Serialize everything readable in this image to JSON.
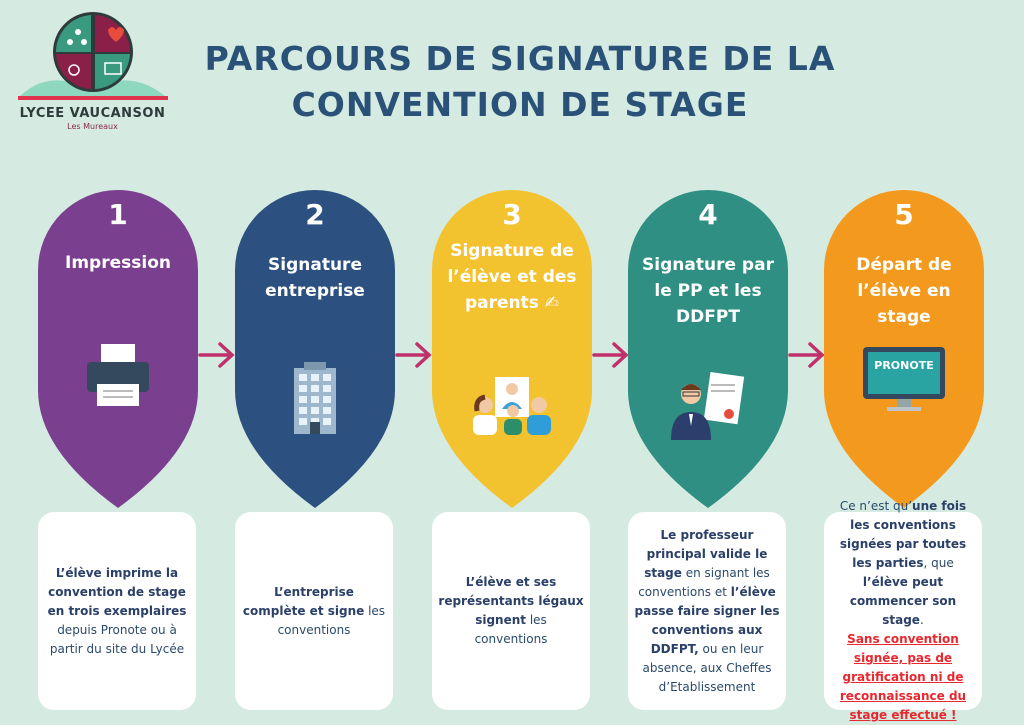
{
  "logo": {
    "name": "LYCEE VAUCANSON",
    "subtitle": "Les Mureaux"
  },
  "title": [
    "PARCOURS DE SIGNATURE DE LA",
    "CONVENTION DE STAGE"
  ],
  "colors": {
    "background": "#d5ebe1",
    "title": "#2a5278",
    "arrow": "#c0306a"
  },
  "steps": [
    {
      "number": "1",
      "label": "Impression",
      "color": "#7b3f8f",
      "icon": "printer-icon",
      "description": [
        {
          "t": "L’élève imprime la convention de stage en trois exemplaires",
          "b": true
        },
        {
          "t": " depuis Pronote ou à partir du site du Lycée",
          "b": false
        }
      ]
    },
    {
      "number": "2",
      "label": "Signature entreprise",
      "color": "#2c5180",
      "icon": "building-icon",
      "description": [
        {
          "t": "L’entreprise complète et signe",
          "b": true
        },
        {
          "t": " les conventions",
          "b": false
        }
      ]
    },
    {
      "number": "3",
      "label": "Signature de l’élève et des parents ✍",
      "color": "#f3c22f",
      "icon": "family-icon",
      "description": [
        {
          "t": "L’élève et ses représentants légaux signent",
          "b": true
        },
        {
          "t": " les conventions",
          "b": false
        }
      ]
    },
    {
      "number": "4",
      "label": "Signature par le PP et les DDFPT",
      "color": "#2e8f82",
      "icon": "teacher-certificate-icon",
      "description": [
        {
          "t": "Le professeur principal valide le stage",
          "b": true
        },
        {
          "t": " en signant les conventions et ",
          "b": false
        },
        {
          "t": "l’élève passe faire signer les conventions aux DDFPT,",
          "b": true
        },
        {
          "t": " ou en leur absence, aux Cheffes d’Etablissement",
          "b": false
        }
      ]
    },
    {
      "number": "5",
      "label": "Départ de l’élève en stage",
      "color": "#f39a1e",
      "icon": "pronote-monitor-icon",
      "monitor_text": "PRONOTE",
      "description": [
        {
          "t": "Ce n’est qu’",
          "b": false
        },
        {
          "t": "une fois les conventions signées par toutes les parties",
          "b": true
        },
        {
          "t": ", que ",
          "b": false
        },
        {
          "t": "l’élève peut commencer son stage",
          "b": true
        },
        {
          "t": ". ",
          "b": false
        },
        {
          "t": "Sans convention signée, pas de gratification ni de reconnaissance du stage effectué !",
          "b": "warn"
        }
      ]
    }
  ]
}
